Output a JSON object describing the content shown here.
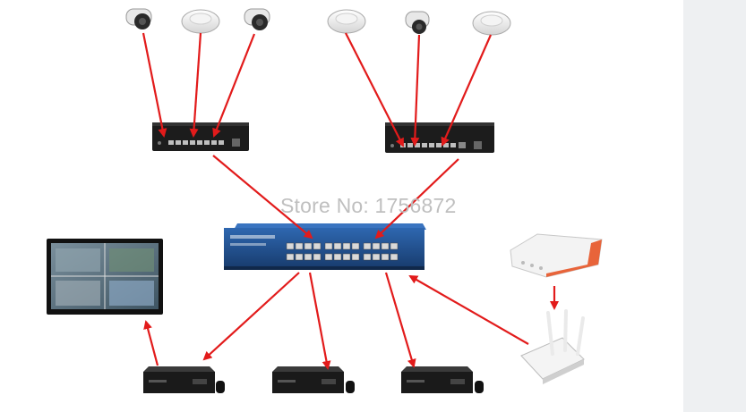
{
  "watermark": {
    "text": "Store No: 1756872"
  },
  "devices": {
    "cameras": [
      "bullet-camera",
      "dome-camera",
      "bullet-camera",
      "dome-camera",
      "bullet-camera",
      "dome-camera"
    ],
    "poe_switches": 2,
    "core_switch": "24-port-switch",
    "nvrs": 3,
    "monitor": "surveillance-monitor",
    "router": "wireless-router",
    "modem": "modem"
  },
  "colors": {
    "link": "#e21b1b",
    "device_dark": "#1c1c1c",
    "core_switch": "#1f4e8c",
    "watermark": "#bfbfbf"
  }
}
